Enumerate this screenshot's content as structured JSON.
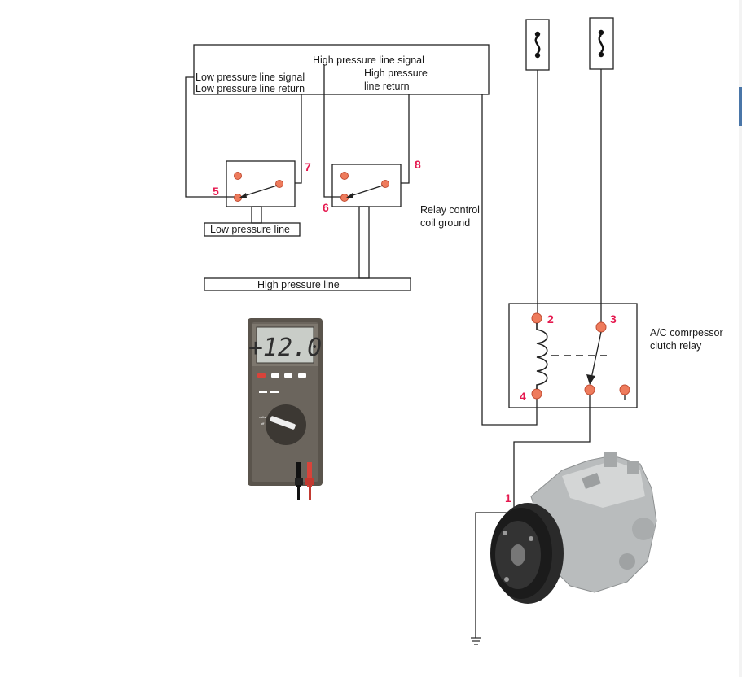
{
  "labels": {
    "low_signal": "Low pressure line signal",
    "low_return": "Low pressure line return",
    "high_signal": "High pressure line signal",
    "high_return_1": "High pressure",
    "high_return_2": "line return",
    "low_line": "Low pressure line",
    "high_line": "High pressure line",
    "relay_ground_1": "Relay control",
    "relay_ground_2": "coil ground",
    "relay_name_1": "A/C comrpessor",
    "relay_name_2": "clutch relay"
  },
  "pins": {
    "p1": "1",
    "p2": "2",
    "p3": "3",
    "p4": "4",
    "p5": "5",
    "p6": "6",
    "p7": "7",
    "p8": "8"
  },
  "multimeter": {
    "reading": "+12.0",
    "dial_on": "volts",
    "dial_off": "off"
  },
  "colors": {
    "pin_label": "#e5194f",
    "terminal_dot": "#ee7b5c",
    "wire": "#222222",
    "meter_body": "#5a544c",
    "meter_screen": "#c9cdc8"
  },
  "icons": {
    "fuse_1": "fuse-icon",
    "fuse_2": "fuse-icon",
    "ground": "ground-icon",
    "compressor": "compressor-icon",
    "multimeter": "multimeter-icon"
  }
}
